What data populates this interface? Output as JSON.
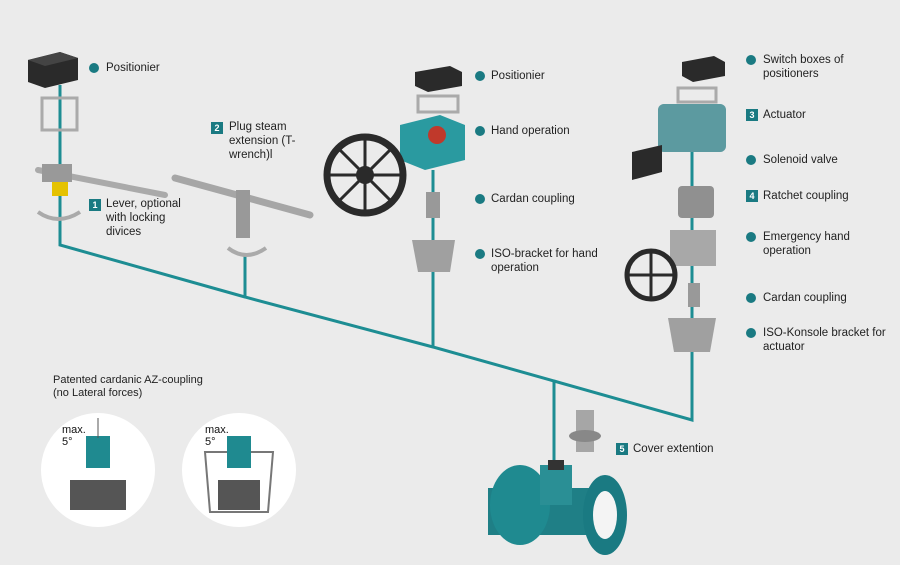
{
  "colors": {
    "teal": "#1a7a82",
    "line": "#1d8d93",
    "background": "#ebebeb"
  },
  "labels": {
    "positionier_left": "Positionier",
    "plug_steam": "Plug steam extension (T-wrench)l",
    "lever": "Lever, optional with locking divices",
    "positionier_mid": "Positionier",
    "hand_operation": "Hand operation",
    "cardan_mid": "Cardan coupling",
    "iso_hand": "ISO-bracket for hand operation",
    "switch_boxes": "Switch boxes of positioners",
    "actuator": "Actuator",
    "solenoid": "Solenoid valve",
    "ratchet": "Ratchet coupling",
    "emergency": "Emergency hand operation",
    "cardan_right": "Cardan coupling",
    "iso_konsole": "ISO-Konsole bracket for actuator",
    "cover": "Cover extention"
  },
  "numbers": {
    "n1": "1",
    "n2": "2",
    "n3": "3",
    "n4": "4",
    "n5": "5"
  },
  "inset": {
    "title": "Patented cardanic AZ-coupling (no Lateral forces)",
    "max_label": "max. 5°"
  }
}
